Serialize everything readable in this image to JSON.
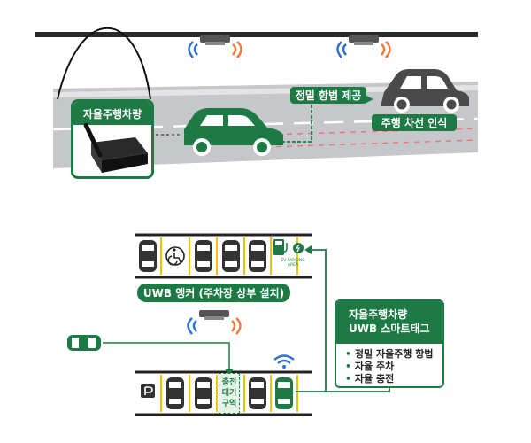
{
  "top_section": {
    "av_label": "자율주행차량",
    "route_label": "정밀 항법 제공",
    "lane_label": "주행 차선 인식"
  },
  "bottom_section": {
    "uwb_anchor_label": "UWB 앵커 (주차장 상부 설치)",
    "tag_panel": {
      "title_line1": "자율주행차량",
      "title_line2": "UWB 스마트태그",
      "items": [
        "정밀 자율주행 항법",
        "자율 주차",
        "자율 충전"
      ]
    },
    "charging_zone": [
      "충전",
      "대기",
      "구역"
    ],
    "ev_label_line1": "EV PARKING",
    "ev_label_line2": "AREA"
  },
  "colors": {
    "green": "#1e7a45",
    "road": "#c9c9cc",
    "car_gray": "#4a4a4a",
    "signal_blue": "#2e6fd6",
    "signal_orange": "#f07a3a"
  },
  "icons": [
    "wheelchair-icon",
    "ev-charger-icon",
    "parking-sign-icon",
    "wifi-signal-icon",
    "uwb-anchor-icon",
    "car-icon"
  ]
}
